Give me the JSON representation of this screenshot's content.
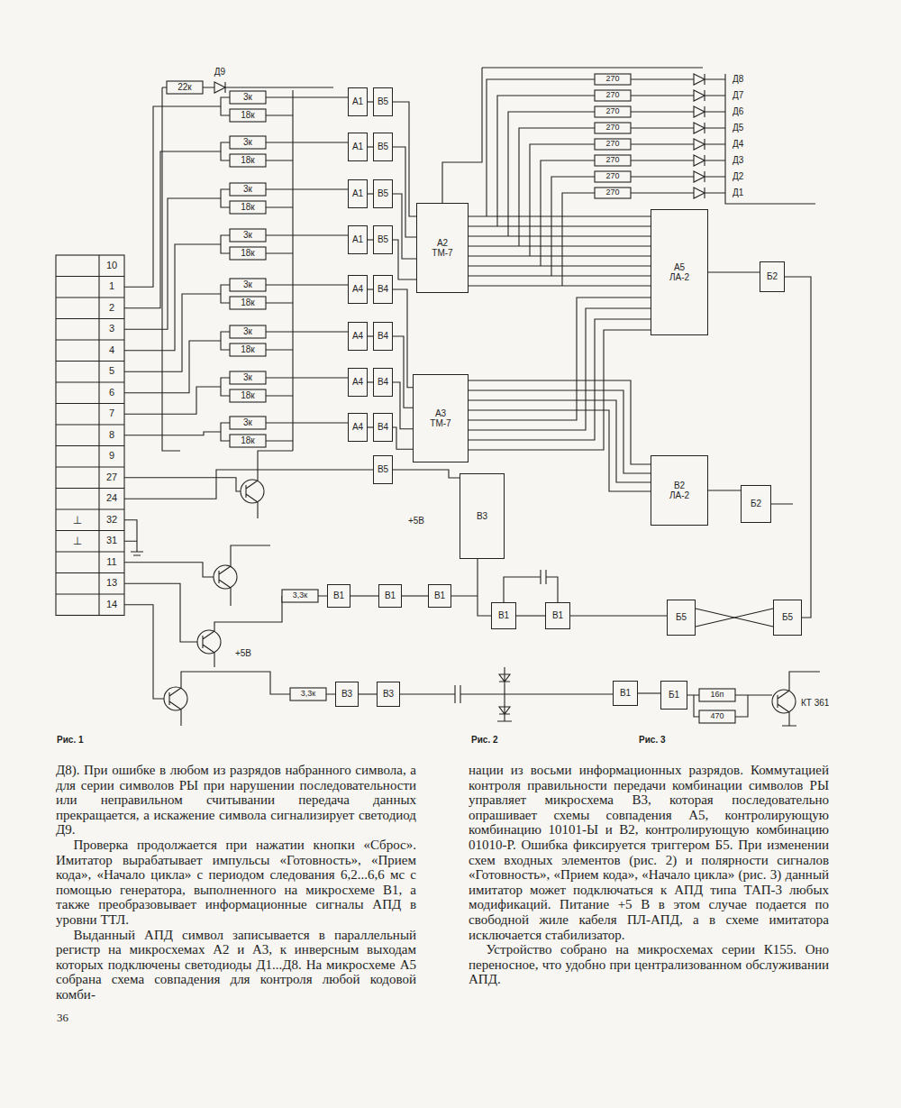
{
  "diagram": {
    "nodes": [
      {
        "text": [
          "А1"
        ]
      },
      {
        "text": [
          "В5"
        ]
      },
      {
        "text": [
          "А1"
        ]
      },
      {
        "text": [
          "В5"
        ]
      },
      {
        "text": [
          "А1"
        ]
      },
      {
        "text": [
          "В5"
        ]
      },
      {
        "text": [
          "А1"
        ]
      },
      {
        "text": [
          "В5"
        ]
      },
      {
        "text": [
          "А4"
        ]
      },
      {
        "text": [
          "В4"
        ]
      },
      {
        "text": [
          "А4"
        ]
      },
      {
        "text": [
          "В4"
        ]
      },
      {
        "text": [
          "А4"
        ]
      },
      {
        "text": [
          "В4"
        ]
      },
      {
        "text": [
          "А4"
        ]
      },
      {
        "text": [
          "В4"
        ]
      },
      {
        "text": [
          "В5"
        ]
      },
      {
        "text": [
          "А2",
          "ТМ-7"
        ]
      },
      {
        "text": [
          "А3",
          "ТМ-7"
        ]
      },
      {
        "text": [
          "А5",
          "ЛА-2"
        ]
      },
      {
        "text": [
          "Б2"
        ]
      },
      {
        "text": [
          "В2",
          "ЛА-2"
        ]
      },
      {
        "text": [
          "Б2"
        ]
      },
      {
        "text": [
          "В3"
        ]
      },
      {
        "text": [
          "В1"
        ]
      },
      {
        "text": [
          "В1"
        ]
      },
      {
        "text": [
          "В1"
        ]
      },
      {
        "text": [
          "В3"
        ]
      },
      {
        "text": [
          "В3"
        ]
      },
      {
        "text": [
          "Б5"
        ]
      },
      {
        "text": [
          "Б5"
        ]
      },
      {
        "text": [
          "Б1"
        ]
      },
      {
        "text": [
          "В1"
        ]
      },
      {
        "text": [
          "В1"
        ]
      },
      {
        "text": [
          "В1"
        ]
      }
    ],
    "edges": [
      {
        "from": 0,
        "to": 1,
        "arrow": "none"
      },
      {
        "from": 2,
        "to": 3,
        "arrow": "none"
      },
      {
        "from": 4,
        "to": 5,
        "arrow": "none"
      },
      {
        "from": 6,
        "to": 7,
        "arrow": "none"
      },
      {
        "from": 8,
        "to": 9,
        "arrow": "none"
      },
      {
        "from": 10,
        "to": 11,
        "arrow": "none"
      },
      {
        "from": 12,
        "to": 13,
        "arrow": "none"
      },
      {
        "from": 14,
        "to": 15,
        "arrow": "none"
      },
      {
        "from": 1,
        "to": 17,
        "arrow": "none"
      },
      {
        "from": 3,
        "to": 17,
        "arrow": "none"
      },
      {
        "from": 5,
        "to": 17,
        "arrow": "none"
      },
      {
        "from": 7,
        "to": 17,
        "arrow": "none"
      },
      {
        "from": 9,
        "to": 18,
        "arrow": "none"
      },
      {
        "from": 11,
        "to": 18,
        "arrow": "none"
      },
      {
        "from": 13,
        "to": 18,
        "arrow": "none"
      },
      {
        "from": 15,
        "to": 18,
        "arrow": "none"
      },
      {
        "from": 19,
        "to": 20,
        "arrow": "none"
      },
      {
        "from": 21,
        "to": 22,
        "arrow": "none"
      },
      {
        "from": 16,
        "to": 23,
        "arrow": "none"
      },
      {
        "from": 24,
        "to": 25,
        "arrow": "none"
      },
      {
        "from": 25,
        "to": 26,
        "arrow": "none"
      },
      {
        "from": 27,
        "to": 28,
        "arrow": "none"
      },
      {
        "from": 29,
        "to": 30,
        "arrow": "none"
      },
      {
        "from": 30,
        "to": 29,
        "arrow": "none"
      },
      {
        "from": 32,
        "to": 31,
        "arrow": "none"
      },
      {
        "from": 33,
        "to": 34,
        "arrow": "none"
      },
      {
        "from": 34,
        "to": 29,
        "arrow": "none"
      }
    ],
    "labels": [
      "22к",
      "Д9",
      "3к",
      "18к",
      "3к",
      "18к",
      "3к",
      "18к",
      "3к",
      "18к",
      "3к",
      "18к",
      "3к",
      "18к",
      "3к",
      "18к",
      "3к",
      "18к",
      "10",
      "1",
      "2",
      "3",
      "4",
      "5",
      "6",
      "7",
      "8",
      "9",
      "27",
      "24",
      "32",
      "31",
      "11",
      "13",
      "14",
      "⊥",
      "⊥",
      "Д8",
      "Д7",
      "Д6",
      "Д5",
      "Д4",
      "Д3",
      "Д2",
      "Д1",
      "270",
      "270",
      "270",
      "270",
      "270",
      "270",
      "270",
      "270",
      "КТ 361",
      "+5В",
      "+5В",
      "16п",
      "470",
      "3,3к",
      "3,3к",
      "Рис. 1",
      "Рис. 2",
      "Рис. 3",
      "Д8). При ошибке в любом из разрядов набранного символа, а для серии символов РЫ при нарушении последовательности или неправильном считывании передача данных прекращается, а искажение символа сигнализирует светодиод Д9.",
      "Проверка продолжается при нажатии кнопки «Сброс». Имитатор вырабатывает импульсы «Готовность», «Прием кода», «Начало цикла» с периодом следования 6,2...6,6 мс с помощью генератора, выполненного на микросхеме В1, а также преобразовывает информационные сигналы АПД в уровни ТТЛ.",
      "Выданный АПД символ записывается в параллельный регистр на микросхемах А2 и А3, к инверсным выходам которых подключены светодиоды Д1...Д8. На микросхеме А5 собрана схема совпадения для контроля любой кодовой комби-",
      "нации из восьми информационных разрядов. Коммутацией контроля правильности передачи комбинации символов РЫ управляет микросхема В3, которая последовательно опрашивает схемы совпадения А5, контролирующую комбинацию 10101-Ы и В2, контролирующую комбинацию 01010-Р. Ошибка фиксируется триггером Б5. При изменении схем входных элементов (рис. 2) и полярности сигналов «Готовность», «Прием кода», «Начало цикла» (рис. 3) данный имитатор может подключаться к АПД типа ТАП-3 любых модификаций. Питание +5 В в этом случае подается по свободной жиле кабеля ПЛ-АПД, а в схеме имитатора исключается стабилизатор.",
      "Устройство собрано на микросхемах серии К155. Оно переносное, что удобно при централизованном обслуживании АПД.",
      "36"
    ]
  }
}
